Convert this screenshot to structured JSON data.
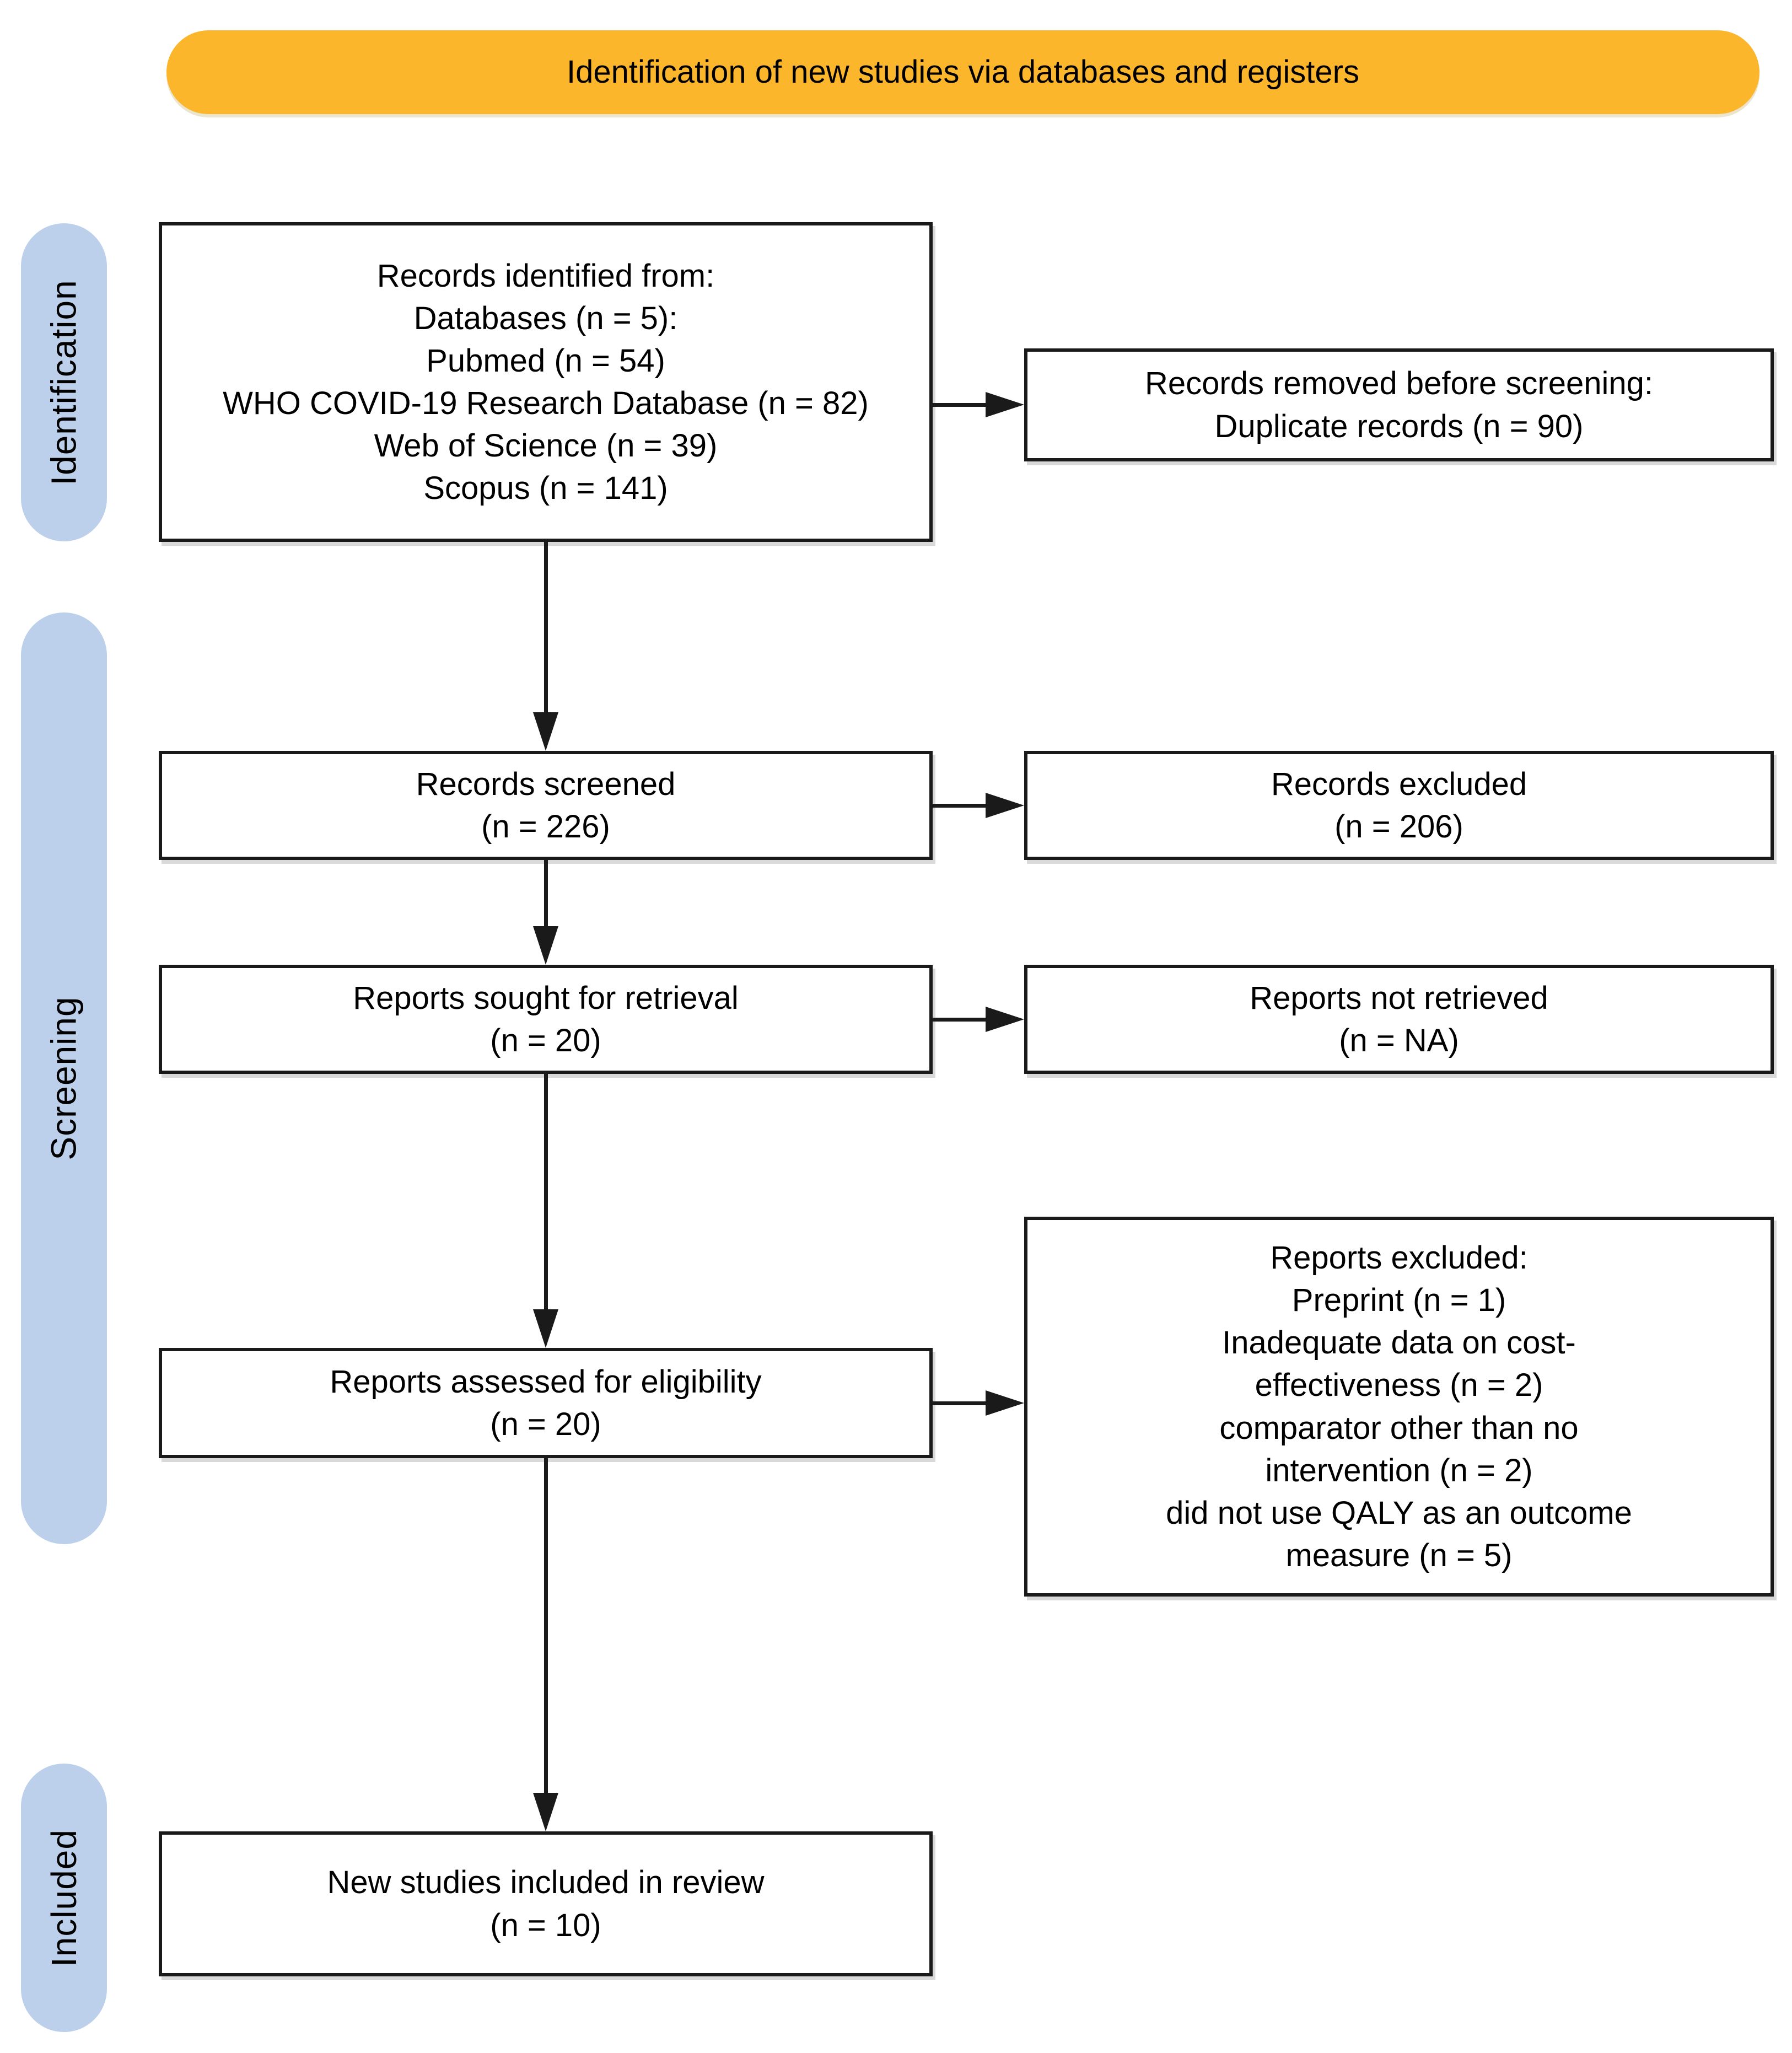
{
  "banner": {
    "label": "Identification of new studies via databases and registers"
  },
  "stages": [
    {
      "label": "Identification"
    },
    {
      "label": "Screening"
    },
    {
      "label": "Included"
    }
  ],
  "flow": {
    "identified": {
      "lines": [
        "Records identified from:",
        "Databases (n = 5):",
        "Pubmed (n = 54)",
        "WHO COVID-19 Research Database (n = 82)",
        "Web of Science (n = 39)",
        "Scopus (n = 141)"
      ]
    },
    "removed": {
      "lines": [
        "Records removed before screening:",
        "Duplicate records (n = 90)"
      ]
    },
    "screened": {
      "lines": [
        "Records screened",
        "(n = 226)"
      ]
    },
    "records_excluded": {
      "lines": [
        "Records excluded",
        "(n = 206)"
      ]
    },
    "sought": {
      "lines": [
        "Reports sought for retrieval",
        "(n = 20)"
      ]
    },
    "not_retrieved": {
      "lines": [
        "Reports not retrieved",
        "(n = NA)"
      ]
    },
    "assessed": {
      "lines": [
        "Reports assessed for eligibility",
        "(n = 20)"
      ]
    },
    "reports_excluded": {
      "lines": [
        "Reports excluded:",
        "Preprint (n = 1)",
        "Inadequate data on cost-",
        "effectiveness (n = 2)",
        "comparator other than no",
        "intervention (n = 2)",
        "did not use QALY as an outcome",
        "measure (n = 5)"
      ]
    },
    "included_box": {
      "lines": [
        "New studies included in review",
        "(n = 10)"
      ]
    }
  },
  "colors": {
    "banner_bg": "#FBB62C",
    "stage_bg": "#BDD0EB",
    "box_bg": "#FFFFFF",
    "box_border": "#1A1A1A",
    "arrow": "#1A1A1A",
    "text": "#000000",
    "page_bg": "#FFFFFF"
  }
}
